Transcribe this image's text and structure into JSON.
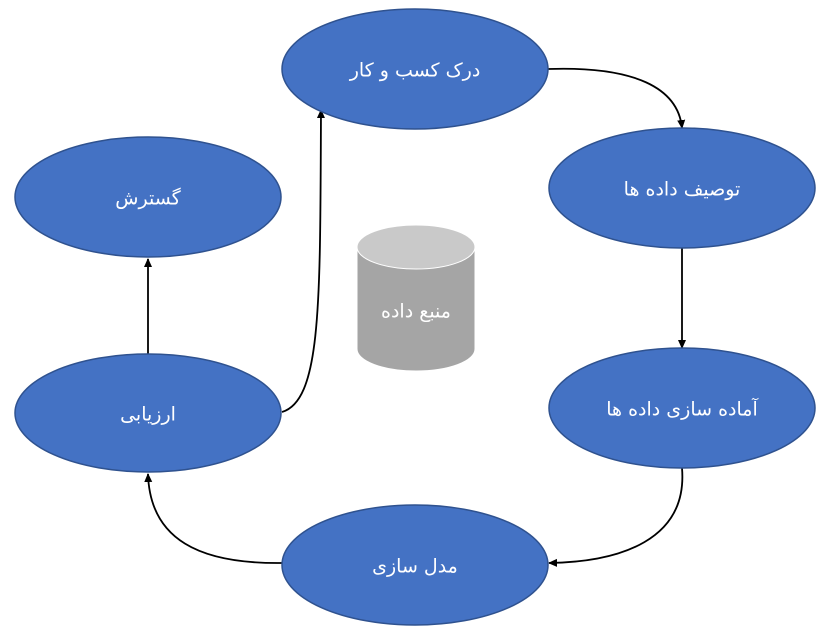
{
  "nodes": {
    "business_understanding": "درک کسب و کار",
    "data_description": "توصیف داده ها",
    "data_preparation": "آماده سازی داده ها",
    "modeling": "مدل سازی",
    "evaluation": "ارزیابی",
    "deployment": "گسترش"
  },
  "data_source": "منبع داده",
  "colors": {
    "node_fill": "#4472C4",
    "node_border": "#2F528F",
    "database_fill": "#A5A5A5",
    "database_top": "#C9C9C9",
    "arrow": "#000000",
    "text": "#ffffff"
  }
}
